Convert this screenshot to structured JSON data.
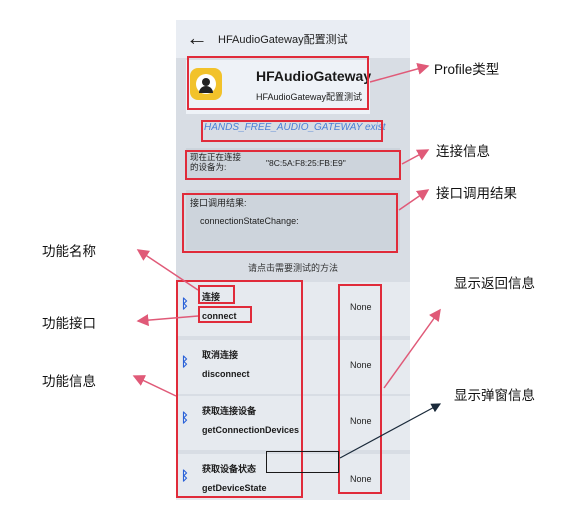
{
  "topbar": {
    "back_icon": "arrow-left-icon",
    "title": "HFAudioGateway配置测试"
  },
  "profile": {
    "avatar_icon": "user-avatar-icon",
    "name": "HFAudioGateway",
    "subtitle": "HFAudioGateway配置测试"
  },
  "status": {
    "text": "HANDS_FREE_AUDIO_GATEWAY exist"
  },
  "connection": {
    "label": "现在正在连接的设备为:",
    "address": "\"8C:5A:F8:25:FB:E9\""
  },
  "result": {
    "label": "接口调用结果:",
    "value": "connectionStateChange:"
  },
  "hint": "请点击需要测试的方法",
  "functions": [
    {
      "name": "连接",
      "api": "connect",
      "result": "None",
      "icon": "bluetooth-icon"
    },
    {
      "name": "取消连接",
      "api": "disconnect",
      "result": "None",
      "icon": "bluetooth-icon"
    },
    {
      "name": "获取连接设备",
      "api": "getConnectionDevices",
      "result": "None",
      "icon": "bluetooth-icon"
    },
    {
      "name": "获取设备状态",
      "api": "getDeviceState",
      "result": "None",
      "icon": "bluetooth-icon"
    }
  ],
  "annotations": {
    "profile_type": "Profile类型",
    "conn_info": "连接信息",
    "api_result": "接口调用结果",
    "func_name": "功能名称",
    "func_api": "功能接口",
    "func_info": "功能信息",
    "show_return": "显示返回信息",
    "show_popup": "显示弹窗信息"
  },
  "colors": {
    "annotation_red": "#e02b3a",
    "status_blue": "#4a7fd6",
    "bluetooth_blue": "#2860d8"
  }
}
